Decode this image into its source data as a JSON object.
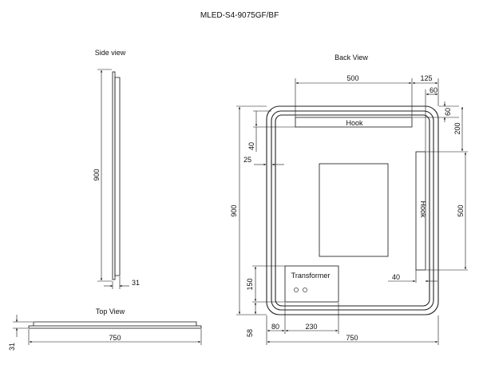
{
  "model": "MLED-S4-9075GF/BF",
  "side_view": {
    "title": "Side view",
    "height": "900",
    "depth": "31"
  },
  "top_view": {
    "title": "Top View",
    "width": "750",
    "depth": "31"
  },
  "back_view": {
    "title": "Back View",
    "hook_top_label": "Hook",
    "hook_right_label": "Hook",
    "transformer_label": "Transformer",
    "dims": {
      "hook_top_width": "500",
      "hook_top_offset_right": "125",
      "inner_offset_right": "60",
      "hook_top_from_top": "60",
      "top_offset_200": "200",
      "left_offset_40": "40",
      "left_offset_25": "25",
      "overall_height": "900",
      "hook_right_height": "500",
      "right_offset_40": "40",
      "transformer_height": "150",
      "bottom_offset_58": "58",
      "transformer_left_80": "80",
      "transformer_width": "230",
      "overall_width": "750"
    }
  }
}
